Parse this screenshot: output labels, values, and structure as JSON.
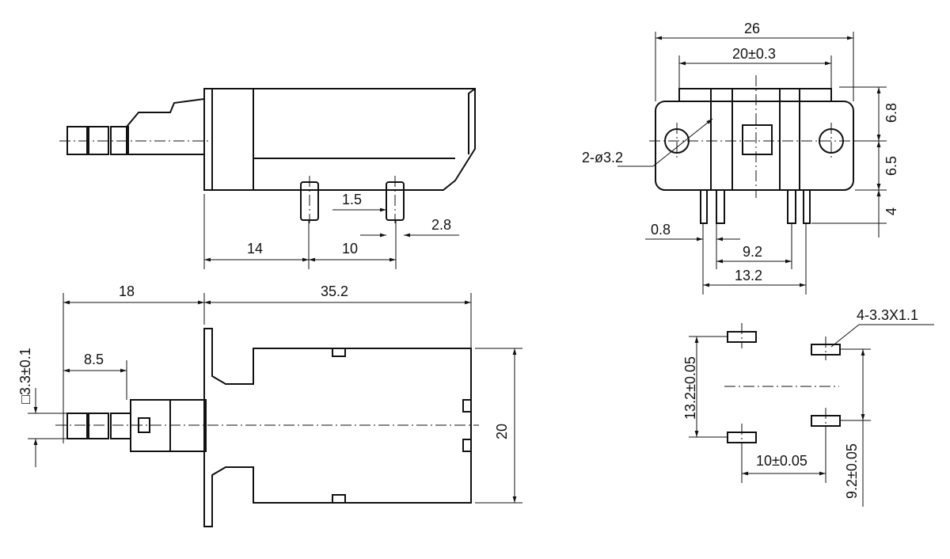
{
  "side_view": {
    "dim_14": "14",
    "dim_10": "10",
    "dim_1_5": "1.5",
    "dim_2_8": "2.8"
  },
  "top_view": {
    "dim_18": "18",
    "dim_35_2": "35.2",
    "dim_8_5": "8.5",
    "dim_square": "□3.3±0.1",
    "dim_20": "20"
  },
  "front_view": {
    "dim_26": "26",
    "dim_20_tol": "20±0.3",
    "dim_6_8": "6.8",
    "dim_6_5": "6.5",
    "dim_4": "4",
    "hole_label": "2-ø3.2",
    "dim_0_8": "0.8",
    "dim_9_2": "9.2",
    "dim_13_2": "13.2"
  },
  "pcb_layout": {
    "pad_label": "4-3.3X1.1",
    "dim_13_2": "13.2±0.05",
    "dim_10": "10±0.05",
    "dim_9_2": "9.2±0.05"
  }
}
